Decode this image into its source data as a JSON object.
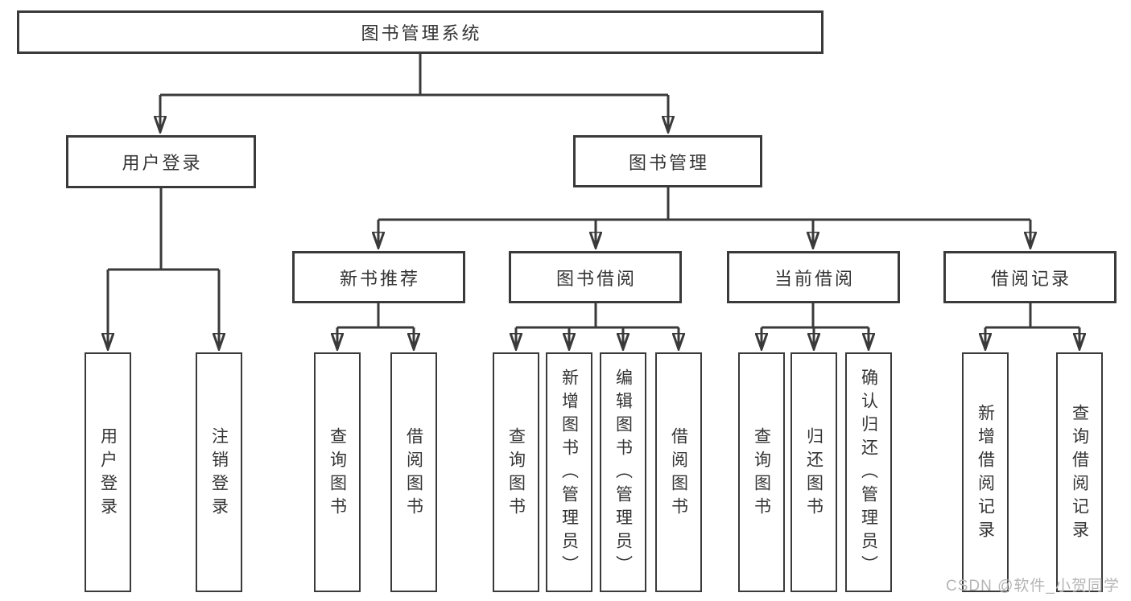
{
  "diagram": {
    "type": "hierarchy-tree",
    "tree": {
      "label": "图书管理系统",
      "children": [
        {
          "label": "用户登录",
          "children": [
            {
              "label": "用户登录"
            },
            {
              "label": "注销登录"
            }
          ]
        },
        {
          "label": "图书管理",
          "children": [
            {
              "label": "新书推荐",
              "children": [
                {
                  "label": "查询图书"
                },
                {
                  "label": "借阅图书"
                }
              ]
            },
            {
              "label": "图书借阅",
              "children": [
                {
                  "label": "查询图书"
                },
                {
                  "label": "新增图书（管理员）"
                },
                {
                  "label": "编辑图书（管理员）"
                },
                {
                  "label": "借阅图书"
                }
              ]
            },
            {
              "label": "当前借阅",
              "children": [
                {
                  "label": "查询图书"
                },
                {
                  "label": "归还图书"
                },
                {
                  "label": "确认归还（管理员）"
                }
              ]
            },
            {
              "label": "借阅记录",
              "children": [
                {
                  "label": "新增借阅记录"
                },
                {
                  "label": "查询借阅记录"
                }
              ]
            }
          ]
        }
      ]
    },
    "watermark": "CSDN @软件_小贺同学",
    "colors": {
      "line": "#3a3a3a",
      "box_border": "#3a3a3a",
      "text": "#343434",
      "watermark": "#b5b5b5",
      "background": "#ffffff"
    }
  }
}
